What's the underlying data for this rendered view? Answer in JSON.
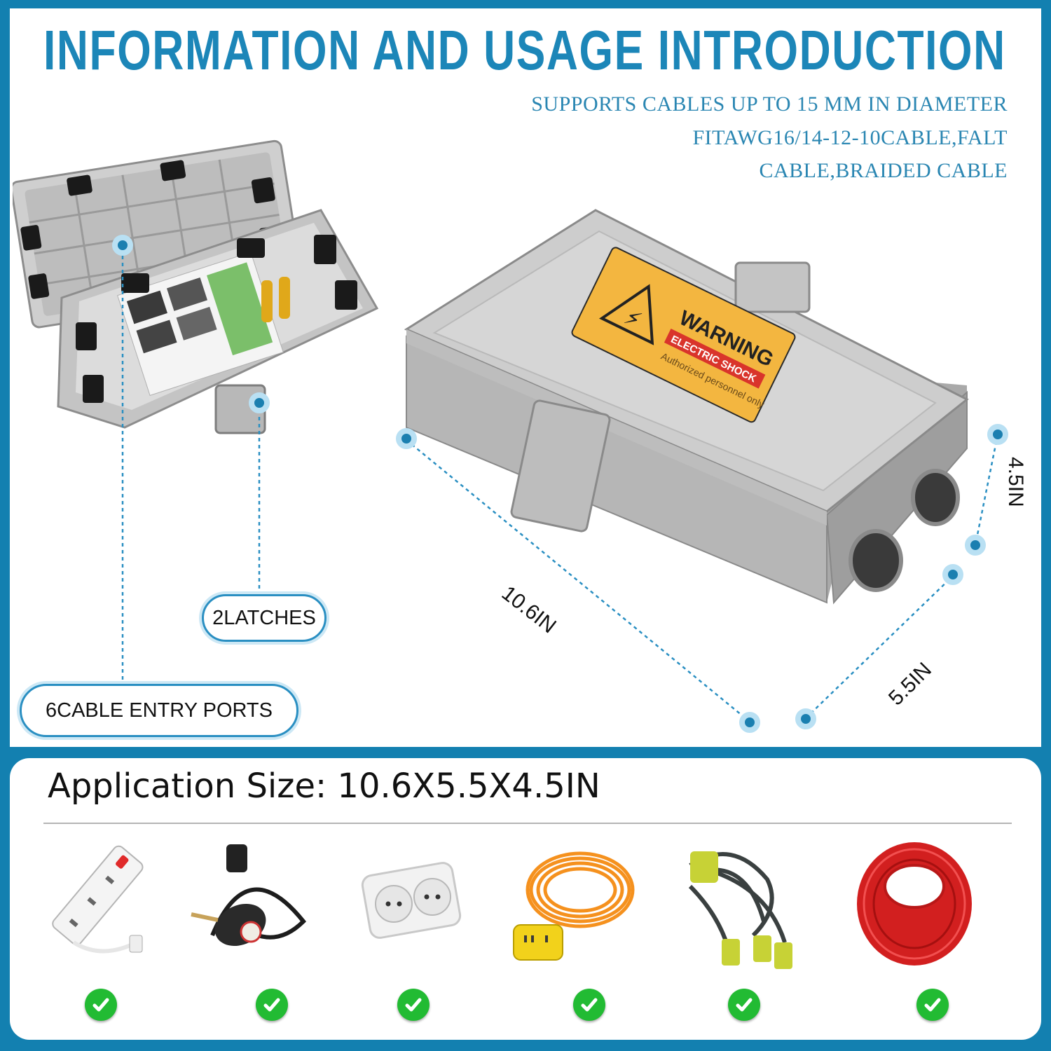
{
  "header": {
    "title": "INFORMATION AND USAGE INTRODUCTION",
    "spec_lines": [
      "SUPPORTS CABLES UP TO 15 MM IN DIAMETER",
      "FITAWG16/14-12-10CABLE,FALT",
      "CABLE,BRAIDED CABLE"
    ]
  },
  "callouts": {
    "latches": "2LATCHES",
    "ports": "6CABLE ENTRY PORTS"
  },
  "dimensions": {
    "length": "10.6IN",
    "width": "5.5IN",
    "height": "4.5IN"
  },
  "warning_label": {
    "title": "WARNING",
    "subtitle": "ELECTRIC SHOCK",
    "note": "Authorized personnel only"
  },
  "application": {
    "label": "Application Size:",
    "value": "10.6X5.5X4.5IN",
    "items": [
      {
        "icon": "power-strip-icon",
        "compatible": true
      },
      {
        "icon": "plug-timer-icon",
        "compatible": true
      },
      {
        "icon": "wall-socket-icon",
        "compatible": true
      },
      {
        "icon": "orange-extension-cord-icon",
        "compatible": true
      },
      {
        "icon": "splitter-cord-icon",
        "compatible": true
      },
      {
        "icon": "red-cable-coil-icon",
        "compatible": true
      }
    ]
  },
  "colors": {
    "frame": "#1380b0",
    "title": "#1c86b8",
    "accent": "#2a8fc2",
    "check": "#22bb33",
    "box": "#c9c9c9"
  }
}
